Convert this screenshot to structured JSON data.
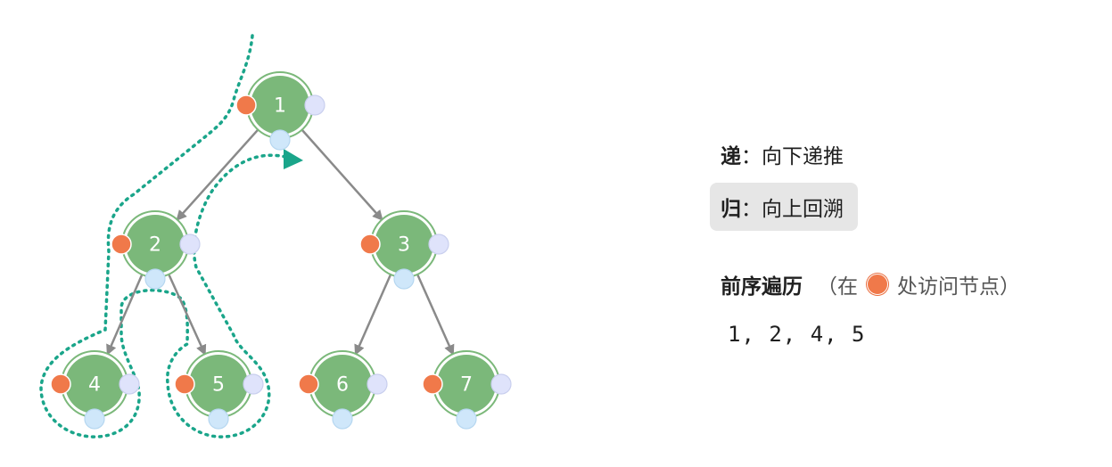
{
  "colors": {
    "node_fill": "#7bb87a",
    "node_ring": "#7bb87a",
    "visit_dot": "#f0794a",
    "side_dot": "#dfe3fb",
    "bottom_dot": "#cfe7fa",
    "edge": "#8a8a8a",
    "path": "#1aa58a"
  },
  "tree": {
    "nodes": [
      {
        "id": "n1",
        "label": "1"
      },
      {
        "id": "n2",
        "label": "2"
      },
      {
        "id": "n3",
        "label": "3"
      },
      {
        "id": "n4",
        "label": "4"
      },
      {
        "id": "n5",
        "label": "5"
      },
      {
        "id": "n6",
        "label": "6"
      },
      {
        "id": "n7",
        "label": "7"
      }
    ],
    "edges": [
      [
        "n1",
        "n2"
      ],
      [
        "n1",
        "n3"
      ],
      [
        "n2",
        "n4"
      ],
      [
        "n2",
        "n5"
      ],
      [
        "n3",
        "n6"
      ],
      [
        "n3",
        "n7"
      ]
    ],
    "traversal_icons": [
      "visit-dot-icon",
      "side-dot-icon",
      "bottom-dot-icon",
      "direction-arrow-icon"
    ]
  },
  "legend": {
    "down_key": "递",
    "down_text": "：向下递推",
    "up_key": "归",
    "up_text": "：向上回溯"
  },
  "order": {
    "title": "前序遍历",
    "note_prefix": "（在",
    "note_suffix": "处访问节点）",
    "sequence": "1, 2, 4, 5"
  }
}
